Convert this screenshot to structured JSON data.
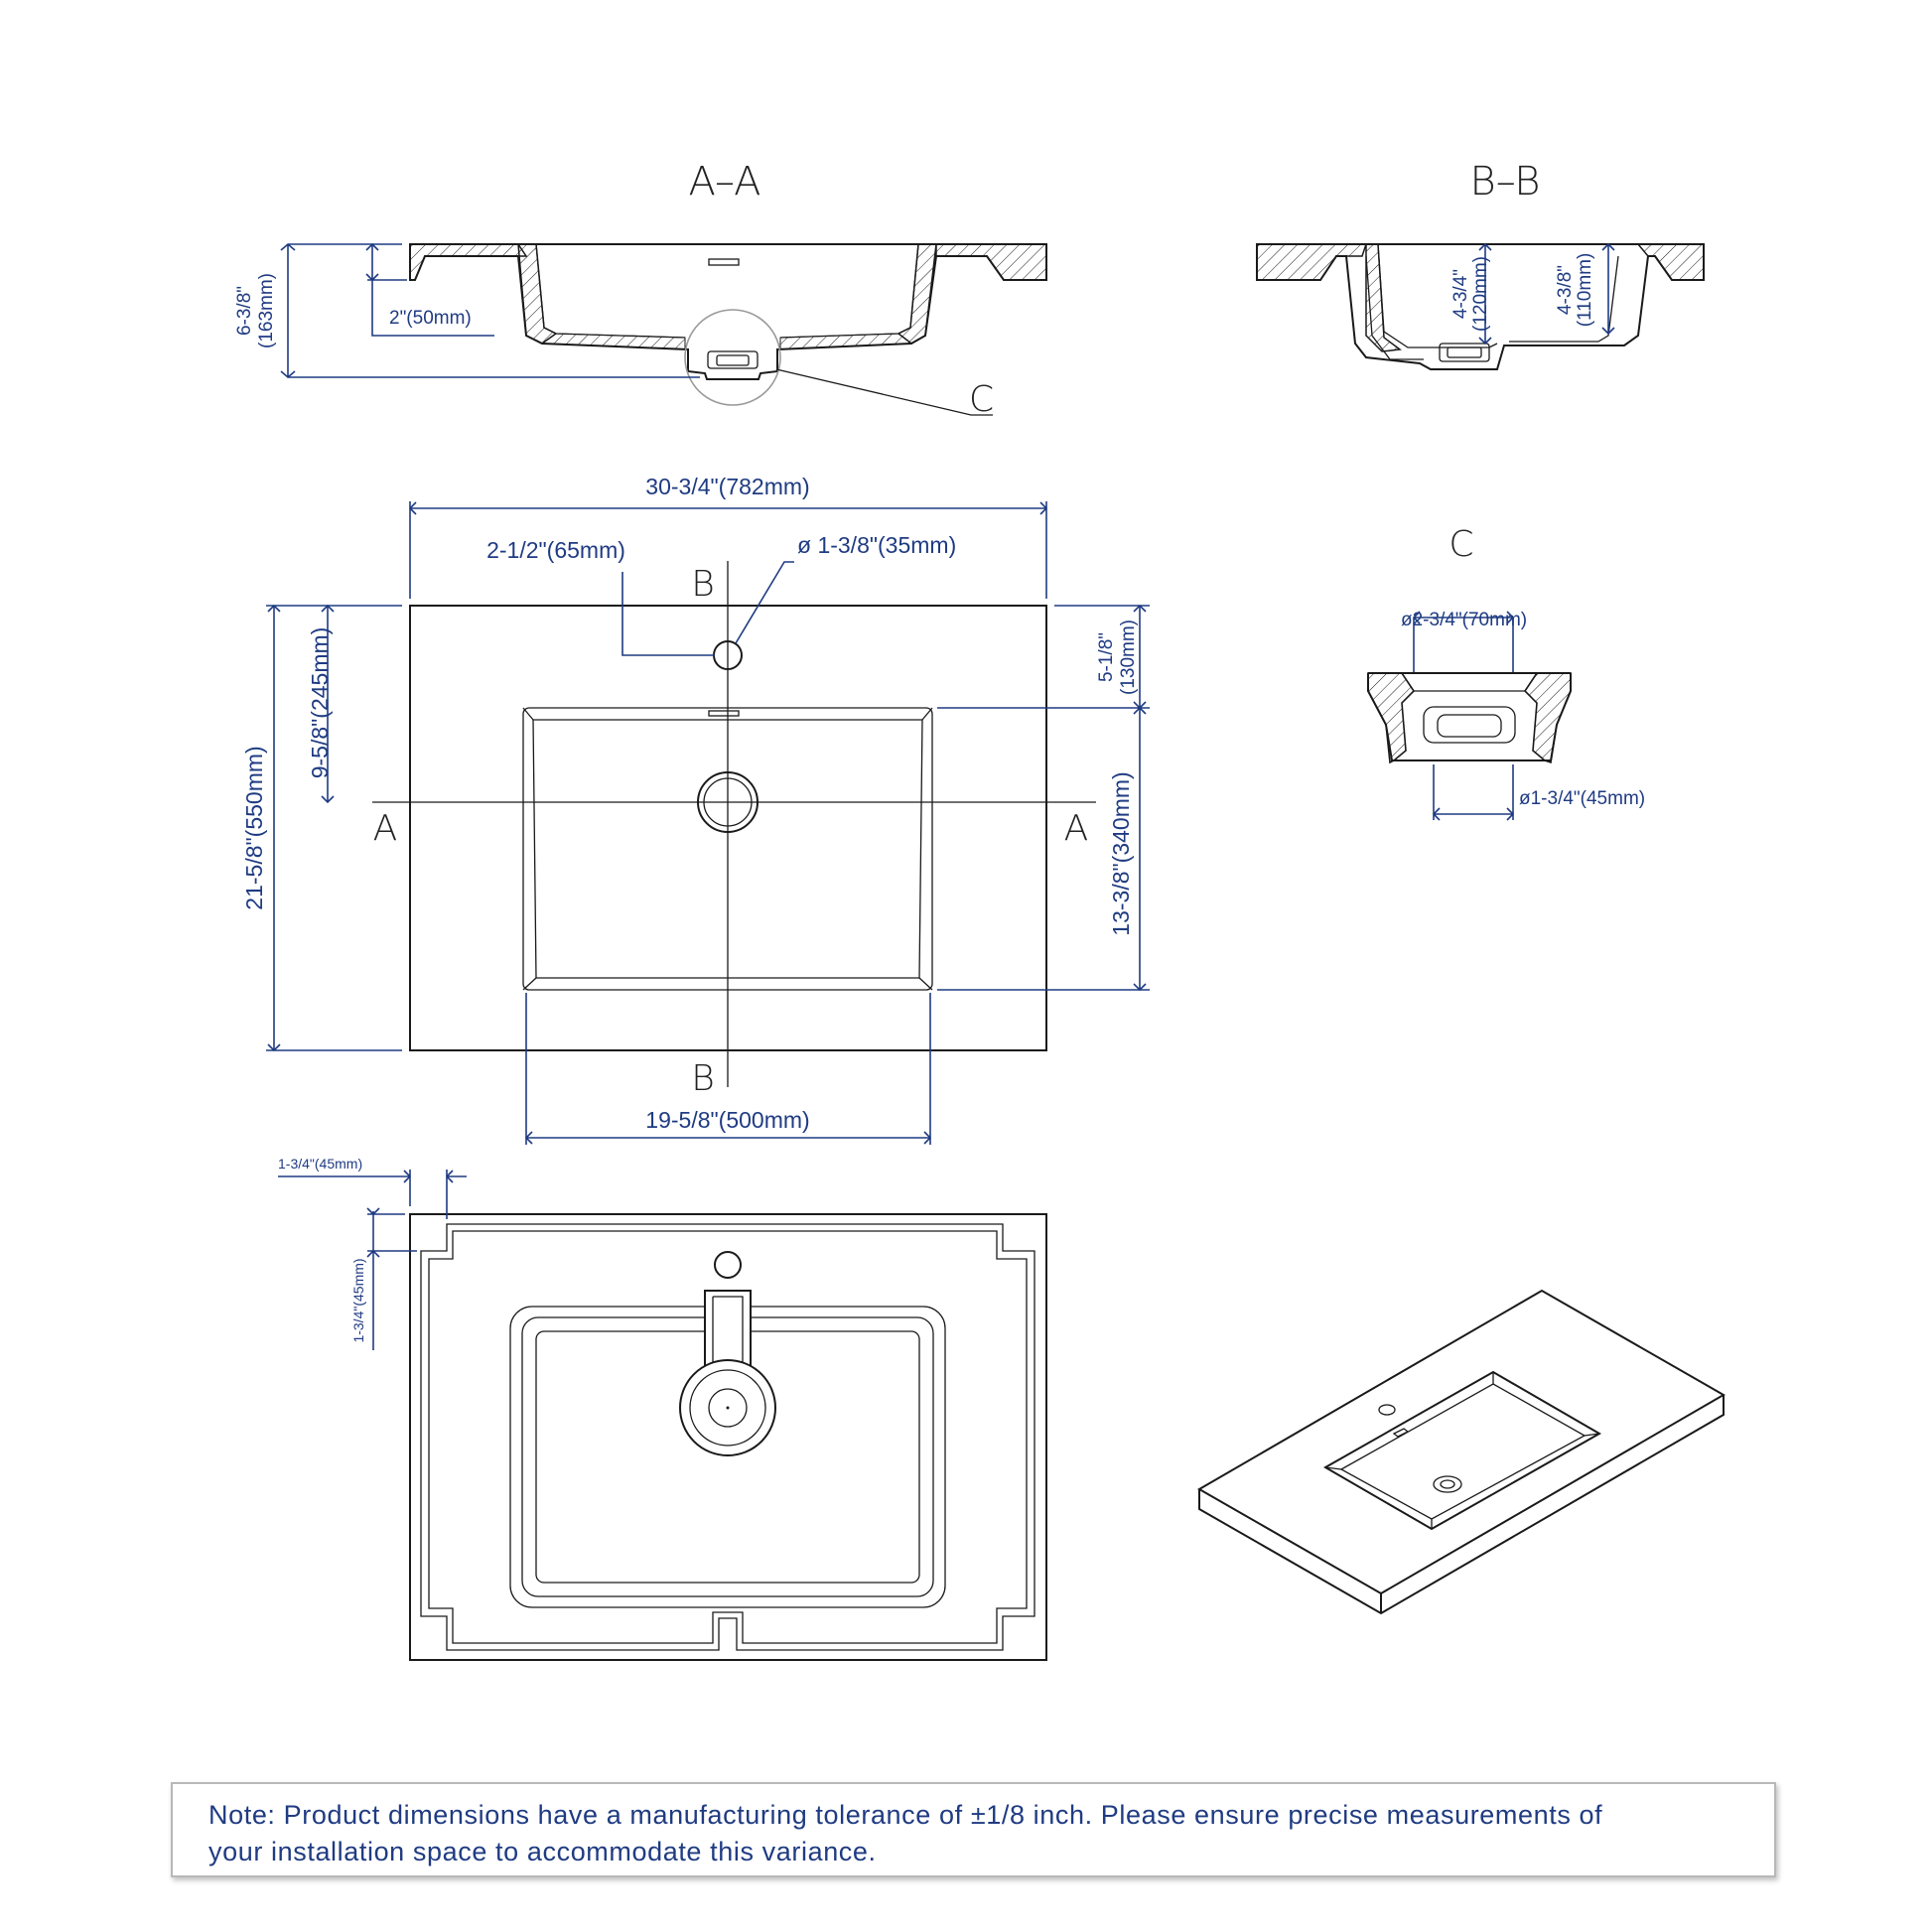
{
  "sections": {
    "aa": "A–A",
    "bb": "B–B",
    "c": "C",
    "c_callout": "C",
    "a_left": "A",
    "a_right": "A",
    "b_top": "B",
    "b_bottom": "B"
  },
  "dimensions": {
    "aa_total_height": "6-3/8\"\n(163mm)",
    "aa_rim_depth": "2\"(50mm)",
    "bb_depth_1": "4-3/4\"\n(120mm)",
    "bb_depth_2": "4-3/8\"\n(110mm)",
    "width_total": "30-3/4\"(782mm)",
    "faucet_offset": "2-1/2\"(65mm)",
    "faucet_hole": "ø 1-3/8\"(35mm)",
    "depth_total": "21-5/8\"(550mm)",
    "drain_from_back": "9-5/8\"(245mm)",
    "bowl_from_back": "5-1/8\"\n(130mm)",
    "bowl_depth": "13-3/8\"(340mm)",
    "bowl_width": "19-5/8\"(500mm)",
    "c_top_dia": "ø2-3/4\"(70mm)",
    "c_bottom_dia": "ø1-3/4\"(45mm)",
    "notch_width": "1-3/4\"(45mm)",
    "notch_depth": "1-3/4\"(45mm)"
  },
  "note": {
    "line1": "Note: Product dimensions have a manufacturing tolerance of ±1/8 inch. Please ensure precise measurements of",
    "line2": "your installation space to accommodate this variance."
  }
}
